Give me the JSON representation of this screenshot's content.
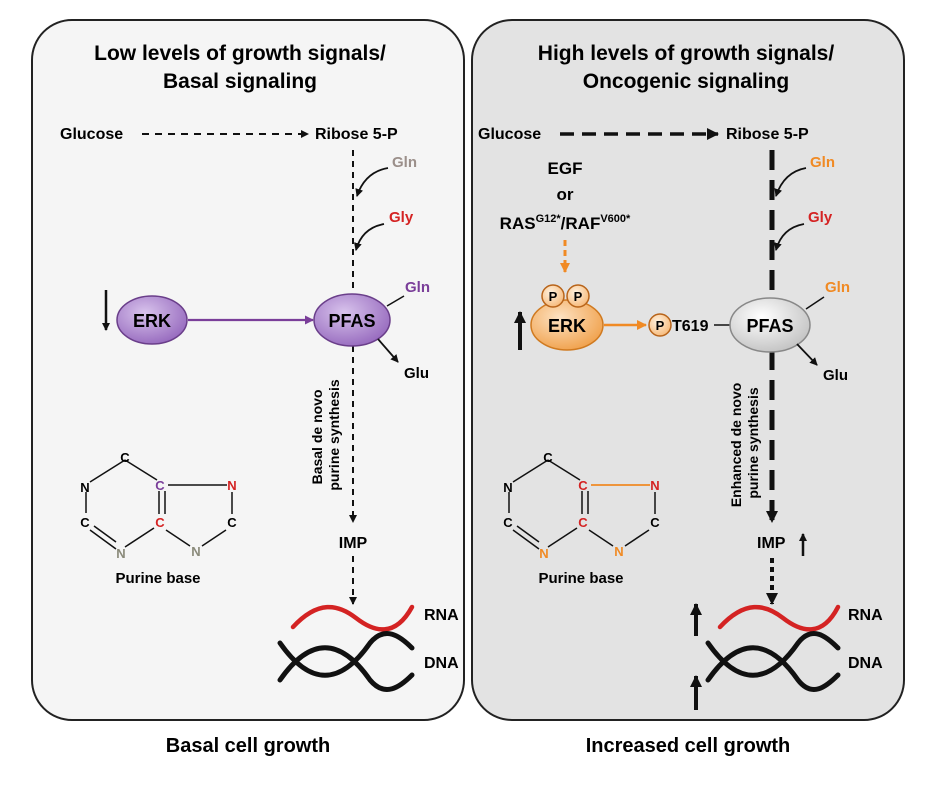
{
  "left_panel": {
    "title_line1": "Low levels of growth signals/",
    "title_line2": "Basal signaling",
    "glucose": "Glucose",
    "ribose": "Ribose 5-P",
    "gln_top": "Gln",
    "gly": "Gly",
    "gln_right": "Gln",
    "erk": "ERK",
    "pfas": "PFAS",
    "glu": "Glu",
    "pathway_line1": "Basal de novo",
    "pathway_line2": "purine synthesis",
    "imp": "IMP",
    "rna": "RNA",
    "dna": "DNA",
    "purine_base": "Purine base",
    "atoms": {
      "c_top": "C",
      "n_left": "N",
      "c_left": "C",
      "n_bottom1": "N",
      "c_mid_top": "C",
      "c_mid_bottom": "C",
      "n_right": "N",
      "c_right": "C",
      "n_bottom2": "N"
    },
    "caption": "Basal cell growth"
  },
  "right_panel": {
    "title_line1": "High levels of growth signals/",
    "title_line2": "Oncogenic signaling",
    "glucose": "Glucose",
    "ribose": "Ribose 5-P",
    "egf": "EGF",
    "or": "or",
    "ras": "RAS",
    "ras_sup": "G12*",
    "raf": "RAF",
    "raf_sup": "V600*",
    "raf_sep": "/",
    "p1": "P",
    "p2": "P",
    "p3": "P",
    "erk": "ERK",
    "t619": "T619",
    "pfas": "PFAS",
    "gln_top": "Gln",
    "gly": "Gly",
    "gln_right": "Gln",
    "glu": "Glu",
    "pathway_line1": "Enhanced de novo",
    "pathway_line2": "purine synthesis",
    "imp": "IMP",
    "rna": "RNA",
    "dna": "DNA",
    "purine_base": "Purine base",
    "atoms": {
      "c_top": "C",
      "n_left": "N",
      "c_left": "C",
      "n_bottom1": "N",
      "c_mid_top": "C",
      "c_mid_bottom": "C",
      "n_right": "N",
      "c_right": "C",
      "n_bottom2": "N"
    },
    "caption": "Increased cell growth"
  },
  "colors": {
    "purple": "#7a3e99",
    "erk_purple": "#a27cc4",
    "orange": "#f08a24",
    "red": "#d42323",
    "gray_gln": "#9b8f8a",
    "panel_left": "#f5f5f5",
    "panel_right": "#e3e3e3"
  }
}
